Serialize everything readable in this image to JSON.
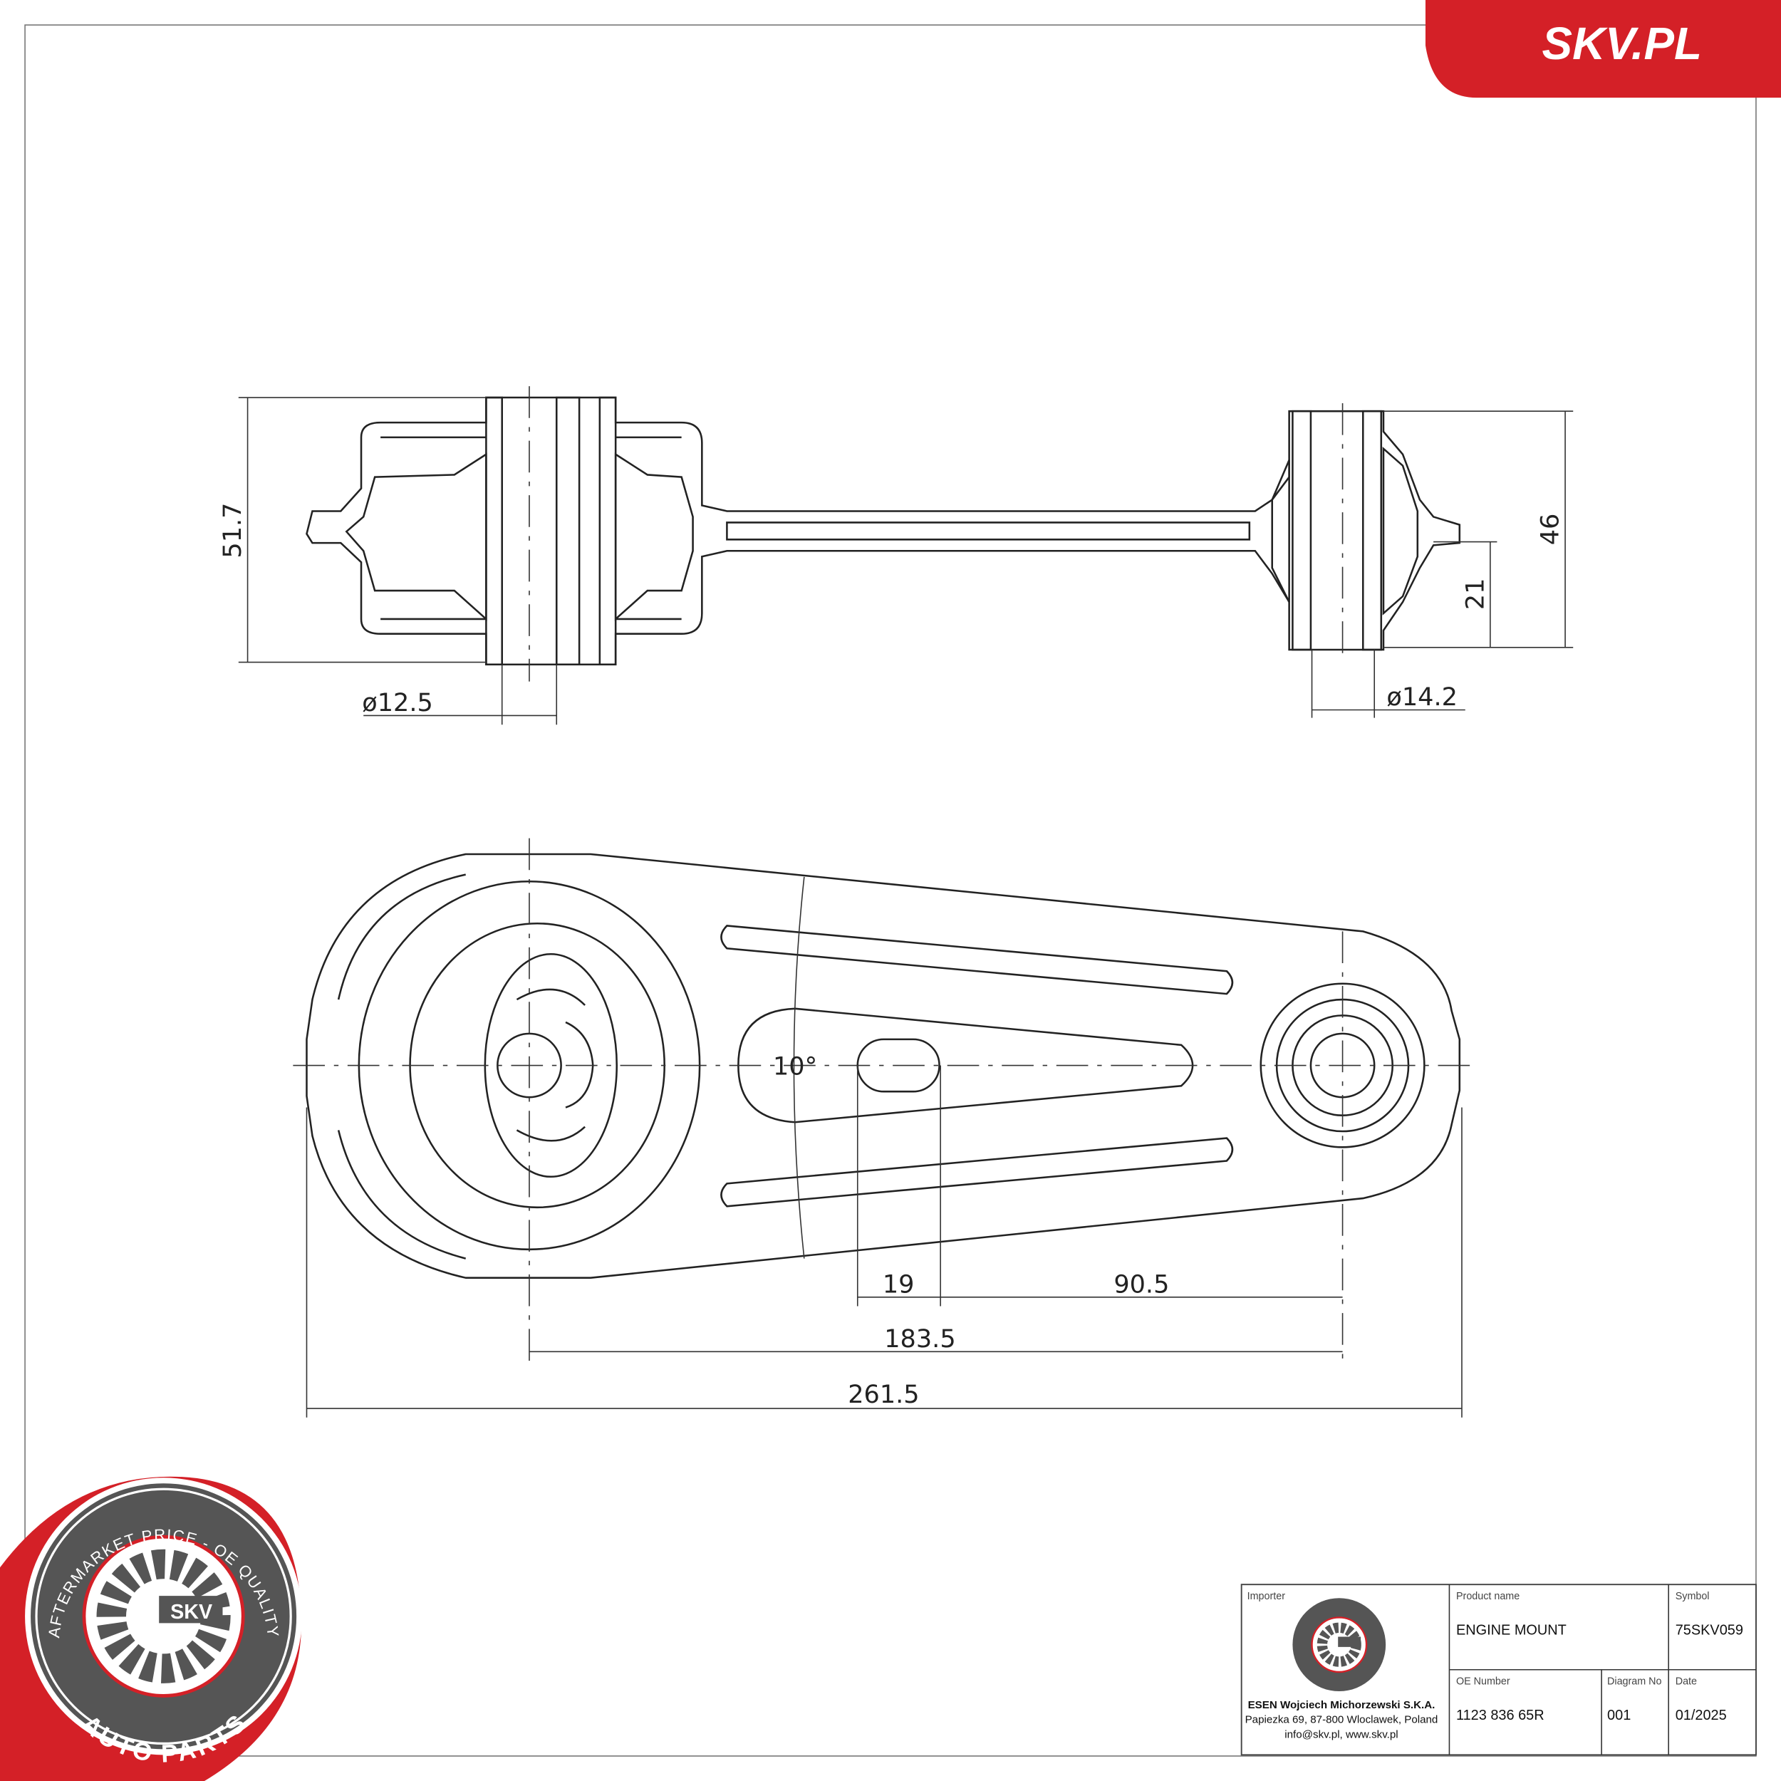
{
  "brand": {
    "site_label": "SKV.PL",
    "accent": "#d42027",
    "gray": "#555555"
  },
  "seal": {
    "top_text": "AFTERMARKET PRICE - OE QUALITY",
    "center_text": "SKV",
    "bottom_text": "AUTO PARTS"
  },
  "dimensions": {
    "left_height": "51.7",
    "right_height": "46",
    "right_offset": "21",
    "left_bore": "ø12.5",
    "right_bore": "ø14.2",
    "angle": "10°",
    "slot_width": "19",
    "slot_to_center": "90.5",
    "center_distance": "183.5",
    "overall_length": "261.5"
  },
  "title_block": {
    "importer_label": "Importer",
    "importer_name": "ESEN Wojciech Michorzewski S.K.A.",
    "importer_address": "Papiezka 69, 87-800 Wloclawek, Poland",
    "importer_contact": "info@skv.pl, www.skv.pl",
    "product_name_label": "Product name",
    "product_name": "ENGINE MOUNT",
    "symbol_label": "Symbol",
    "symbol": "75SKV059",
    "oe_number_label": "OE Number",
    "oe_number": "1123 836 65R",
    "diagram_no_label": "Diagram No",
    "diagram_no": "001",
    "date_label": "Date",
    "date": "01/2025"
  }
}
